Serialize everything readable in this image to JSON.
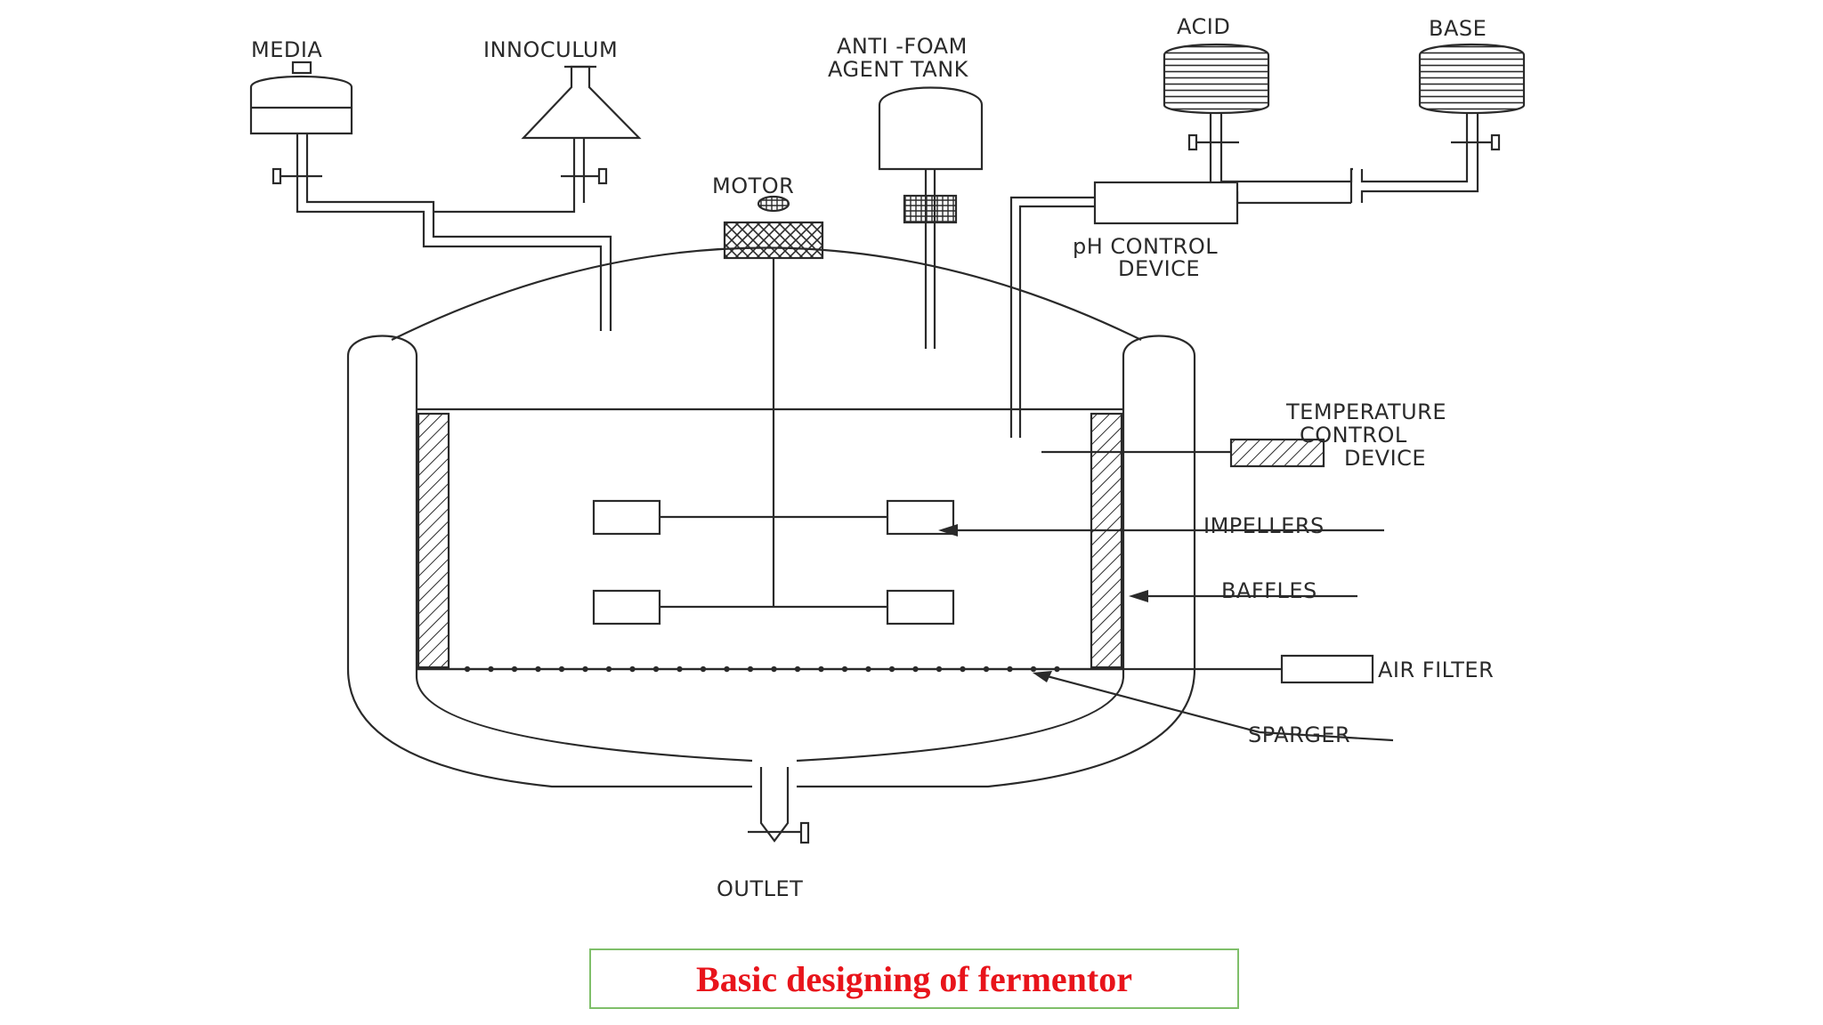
{
  "labels": {
    "media": "MEDIA",
    "innoculum": "INNOCULUM",
    "antifoam_1": "ANTI -FOAM",
    "antifoam_2": "AGENT TANK",
    "acid": "ACID",
    "base": "BASE",
    "motor": "MOTOR",
    "ph_1": "pH CONTROL",
    "ph_2": "DEVICE",
    "temp_1": "TEMPERATURE",
    "temp_2": "CONTROL",
    "temp_3": "DEVICE",
    "impellers": "IMPELLERS",
    "baffles": "BAFFLES",
    "air_filter": "AIR FILTER",
    "sparger": "SPARGER",
    "outlet": "OUTLET"
  },
  "caption": "Basic designing of fermentor",
  "colors": {
    "line": "#2a2a2a",
    "caption_text": "#e8141b",
    "caption_border": "#7fbf6a"
  }
}
